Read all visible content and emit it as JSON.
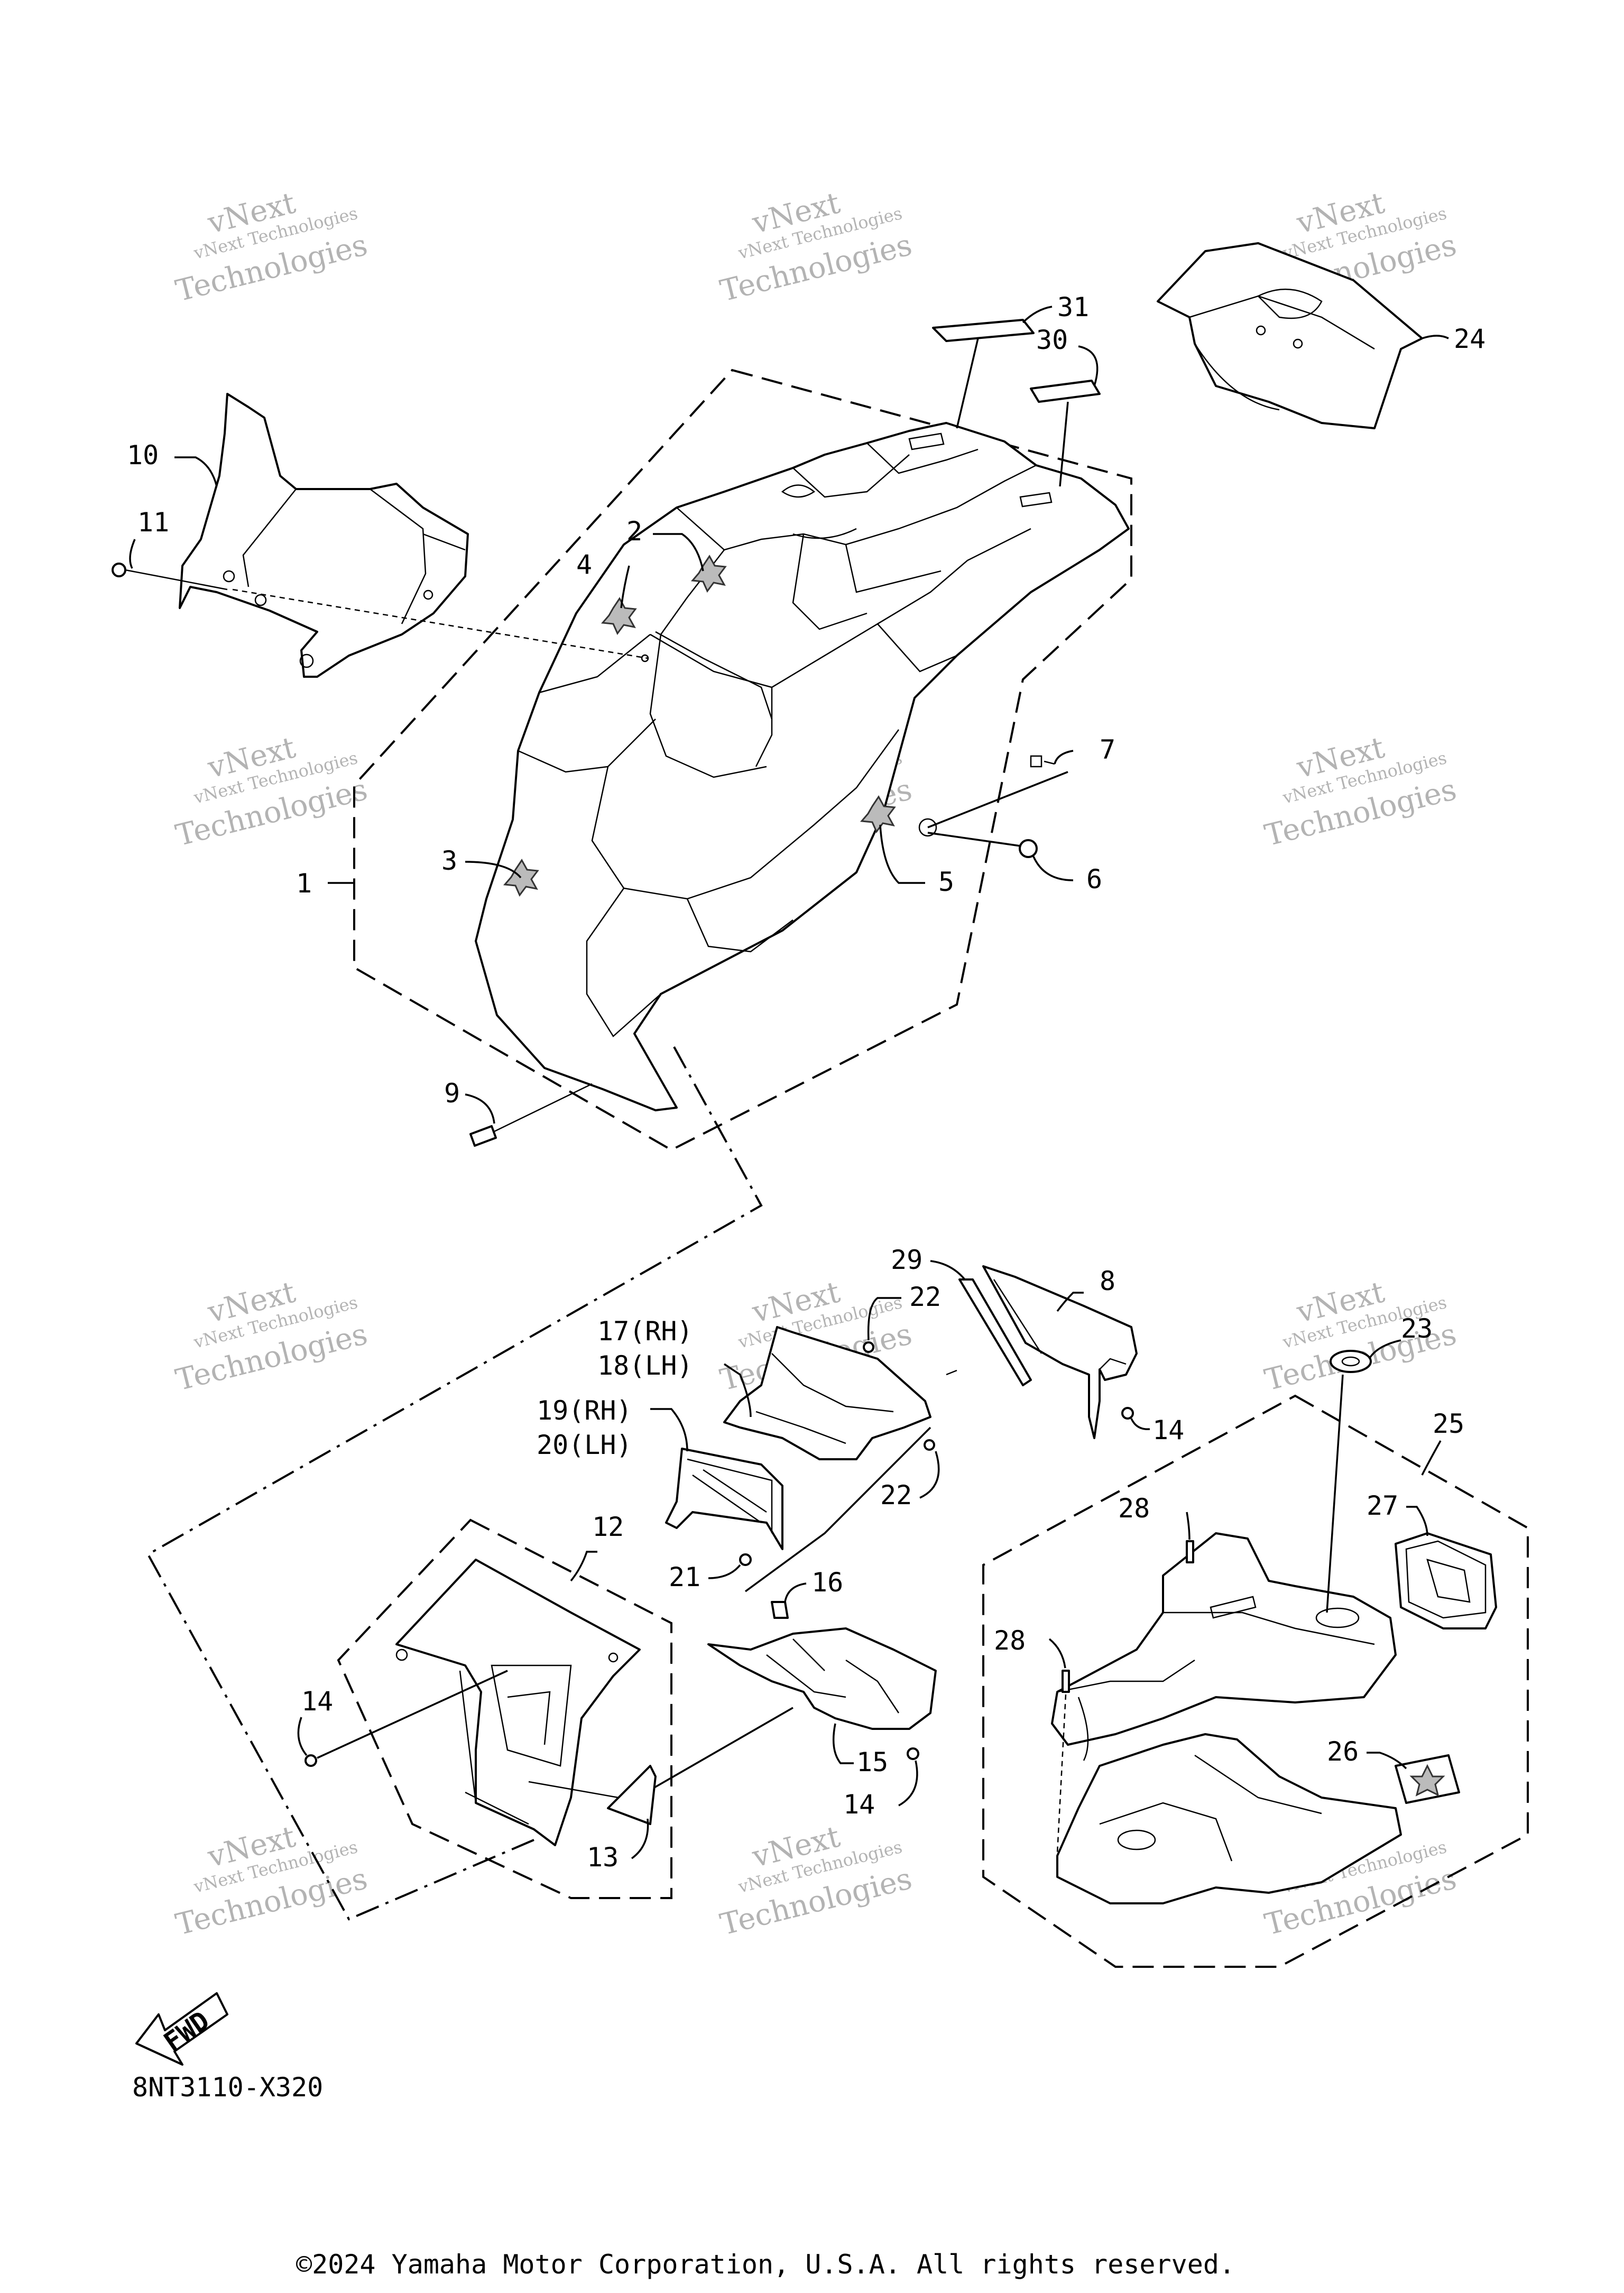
{
  "diagram": {
    "callouts": [
      "1",
      "2",
      "3",
      "4",
      "5",
      "6",
      "7",
      "8",
      "9",
      "10",
      "11",
      "12",
      "13",
      "14",
      "15",
      "16",
      "17(RH)",
      "18(LH)",
      "19(RH)",
      "20(LH)",
      "21",
      "22",
      "23",
      "24",
      "25",
      "26",
      "27",
      "28",
      "29",
      "30",
      "31"
    ],
    "watermark": {
      "line1": "vNext Technologies",
      "line2": "vNext",
      "line3": "Technologies"
    },
    "fwd_label": "FWD",
    "diagram_code": "8NT3110-X320",
    "copyright": "©2024 Yamaha Motor Corporation, U.S.A. All rights reserved."
  }
}
